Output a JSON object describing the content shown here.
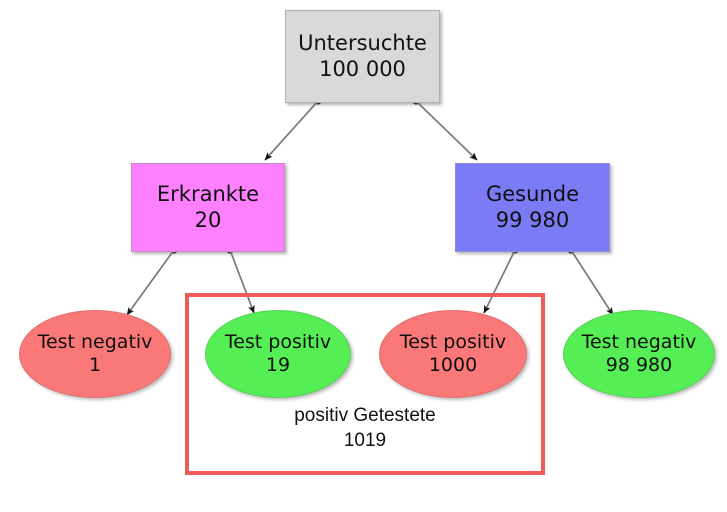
{
  "diagram": {
    "type": "probability-tree",
    "title_text": "",
    "background": "#ffffff",
    "edge_color": "#7a7a7a",
    "nodes": {
      "root": {
        "label": "Untersuchte",
        "value": "100 000",
        "shape": "rectangle",
        "fill": "#d9d9d9",
        "stroke": "#b0b0b0"
      },
      "diseased": {
        "label": "Erkrankte",
        "value": "20",
        "shape": "rectangle",
        "fill": "#ff80ff",
        "stroke": "#c48ac4"
      },
      "healthy": {
        "label": "Gesunde",
        "value": "99 980",
        "shape": "rectangle",
        "fill": "#7b7bf5",
        "stroke": "#8f8fd8"
      },
      "diseased_negative": {
        "label": "Test negativ",
        "value": "1",
        "shape": "ellipse",
        "fill": "#fb7878",
        "stroke": "#e07070"
      },
      "diseased_positive": {
        "label": "Test positiv",
        "value": "19",
        "shape": "ellipse",
        "fill": "#55ee55",
        "stroke": "#5bcf5b"
      },
      "healthy_positive": {
        "label": "Test positiv",
        "value": "1000",
        "shape": "ellipse",
        "fill": "#fb7878",
        "stroke": "#e07070"
      },
      "healthy_negative": {
        "label": "Test negativ",
        "value": "98 980",
        "shape": "ellipse",
        "fill": "#55ee55",
        "stroke": "#5bcf5b"
      }
    },
    "group": {
      "caption_label": "positiv Getestete",
      "caption_value": "1019",
      "border_color": "#ed5b5b"
    }
  }
}
